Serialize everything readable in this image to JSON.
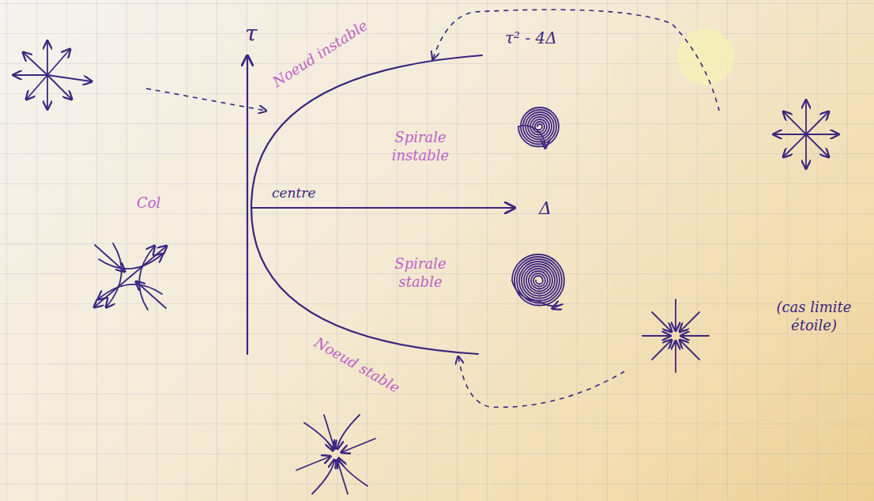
{
  "diagram": {
    "labels": [
      "τ",
      "Noeud instable",
      "τ² - 4Δ",
      "Spirale instable",
      "Col",
      "centre",
      "Δ",
      "Spirale stable",
      "(cas limite étoile)",
      "Noeud stable"
    ]
  }
}
